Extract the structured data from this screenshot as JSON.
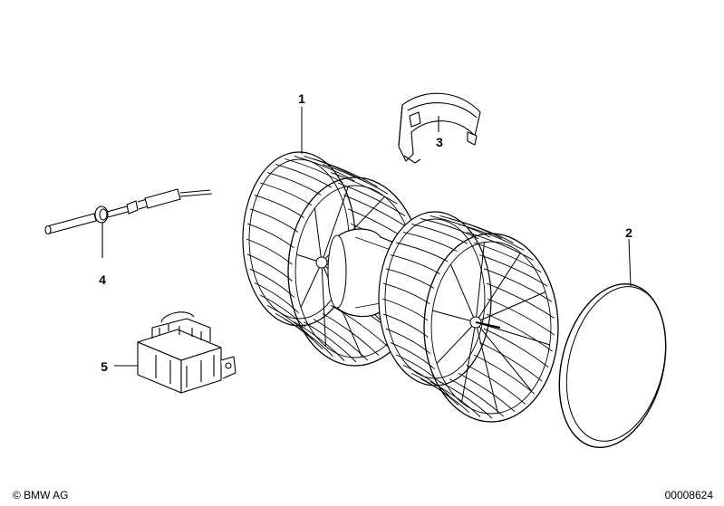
{
  "callouts": {
    "part1": "1",
    "part2": "2",
    "part3": "3",
    "part4": "4",
    "part5": "5"
  },
  "footer": {
    "copyright": "© BMW AG",
    "doc_number": "00008624"
  }
}
